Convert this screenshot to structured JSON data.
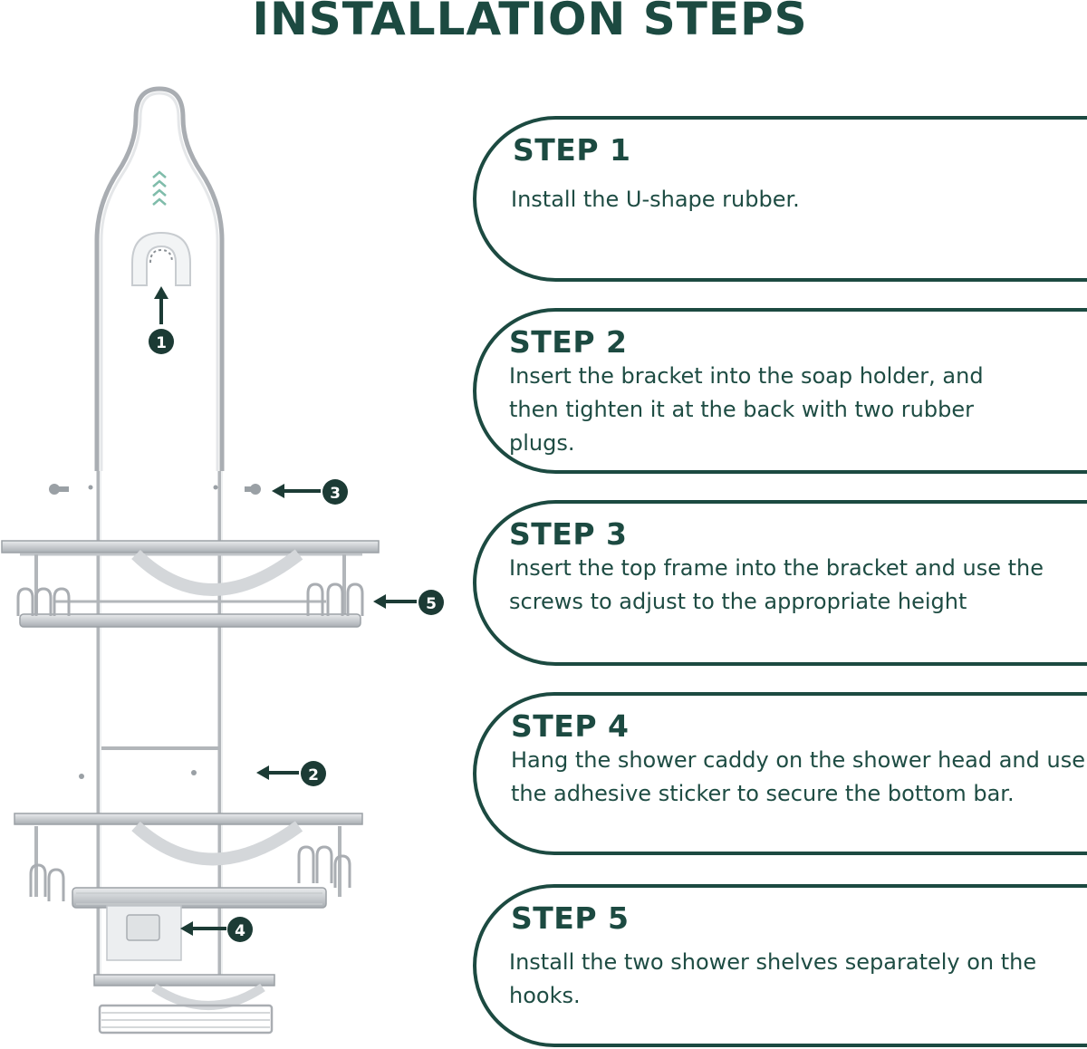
{
  "title": "INSTALLATION STEPS",
  "steps": [
    {
      "heading": "STEP 1",
      "text": "Install the U-shape rubber."
    },
    {
      "heading": "STEP 2",
      "text": "Insert the bracket into the soap holder, and then tighten it at the back with two rubber plugs."
    },
    {
      "heading": "STEP 3",
      "text": "Insert the top frame into the bracket and use the screws to adjust to the appropriate height"
    },
    {
      "heading": "STEP 4",
      "text": "Hang the shower caddy on the shower head and use the adhesive sticker to secure the bottom bar."
    },
    {
      "heading": "STEP 5",
      "text": "Install the two shower shelves separately on the hooks."
    }
  ],
  "callouts": [
    "1",
    "2",
    "3",
    "4",
    "5"
  ],
  "colors": {
    "accent": "#1c4a41",
    "metal": "#b8bcc0",
    "background": "#ffffff"
  }
}
